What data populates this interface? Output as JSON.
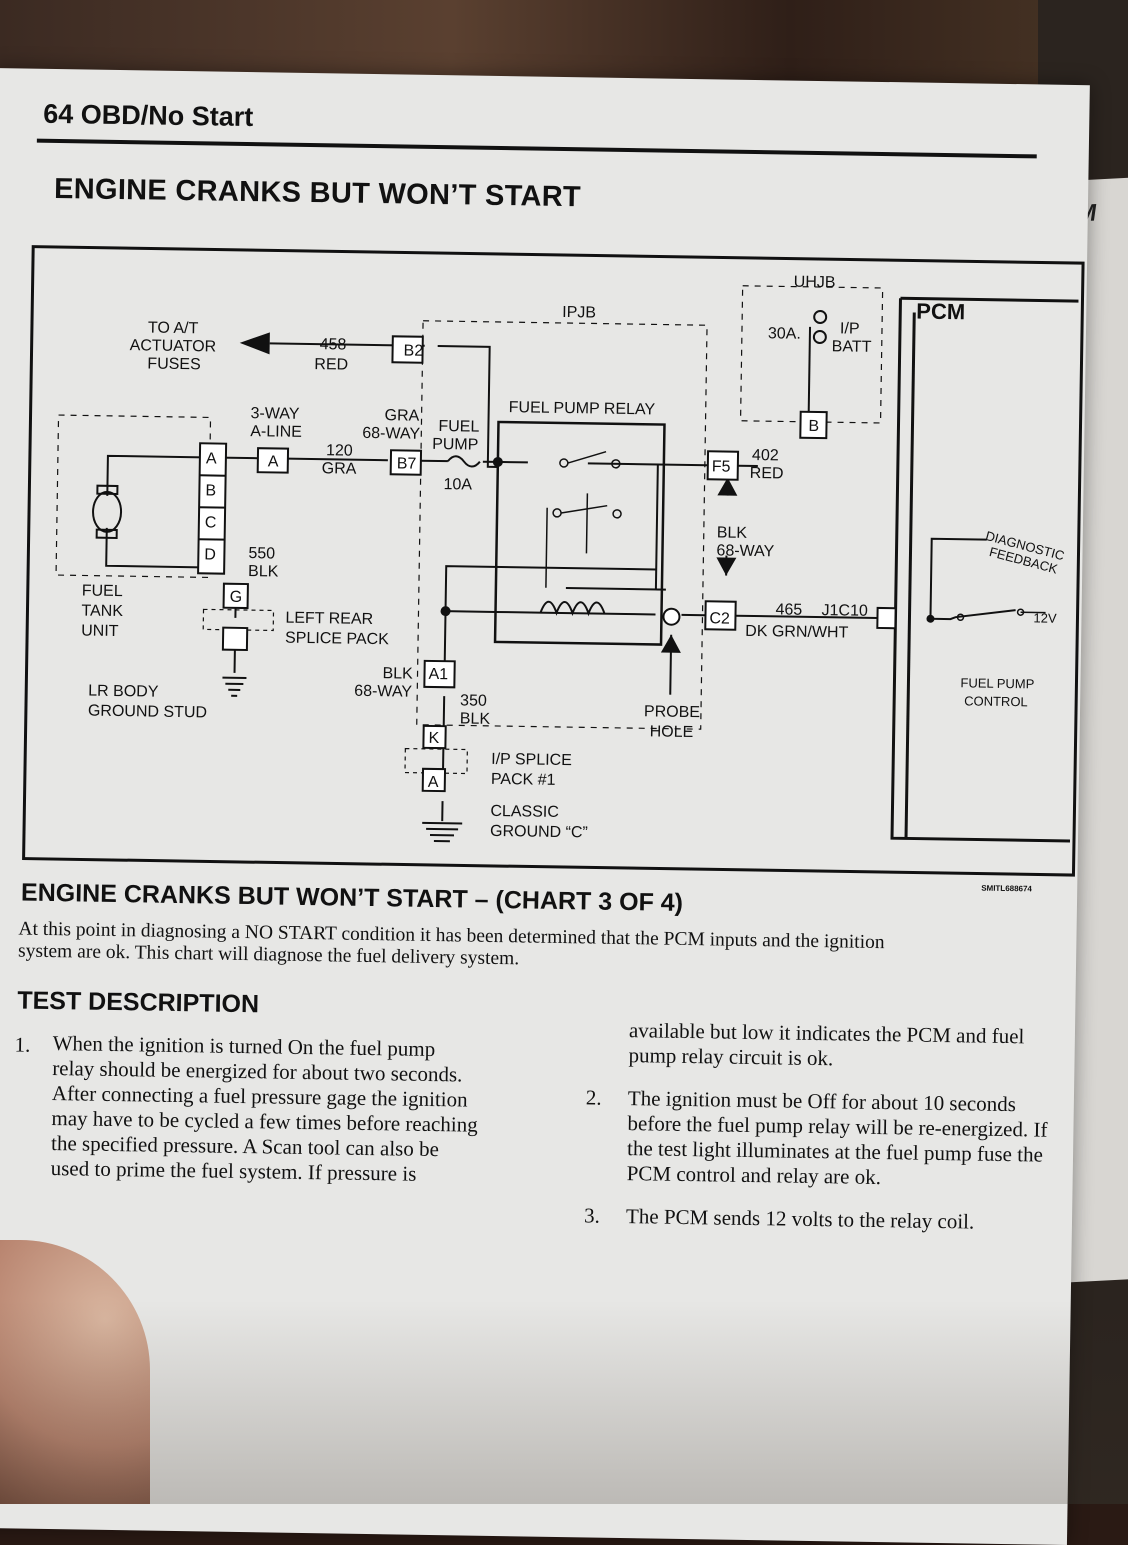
{
  "header": {
    "page_title": "64 OBD/No Start"
  },
  "section_title": "ENGINE CRANKS BUT WON’T START",
  "diagram": {
    "to_at": [
      "TO A/T",
      "ACTUATOR",
      "FUSES"
    ],
    "wire_458": "458",
    "wire_458_color": "RED",
    "ipjb": "IPJB",
    "uhjb": "UHJB",
    "pcm": "PCM",
    "fuse_30a": "30A.",
    "ip_batt": [
      "I/P",
      "BATT"
    ],
    "b2": "B2",
    "b": "B",
    "fuel_pump_relay": "FUEL PUMP RELAY",
    "three_way": [
      "3-WAY",
      "A-LINE"
    ],
    "gra_68way": [
      "GRA",
      "68-WAY"
    ],
    "fuel_pump_fuse": [
      "FUEL",
      "PUMP"
    ],
    "fuse_10a": "10A",
    "b7": "B7",
    "a": "A",
    "wire_120": "120",
    "wire_120_color": "GRA",
    "f5": "F5",
    "wire_402": "402",
    "wire_402_color": "RED",
    "pins": [
      "A",
      "B",
      "C",
      "D"
    ],
    "blk_68way": [
      "BLK",
      "68-WAY"
    ],
    "wire_550": "550",
    "wire_550_color": "BLK",
    "g": "G",
    "fuel_tank_unit": [
      "FUEL",
      "TANK",
      "UNIT"
    ],
    "left_rear_splice": [
      "LEFT REAR",
      "SPLICE PACK"
    ],
    "c2": "C2",
    "wire_465": "465",
    "j1c10": "J1C10",
    "dk_grn_wht": "DK GRN/WHT",
    "diagnostic_feedback": [
      "DIAGNOSTIC",
      "FEEDBACK"
    ],
    "v12": "12V",
    "fuel_pump_control": [
      "FUEL PUMP",
      "CONTROL"
    ],
    "lr_body_ground": [
      "LR BODY",
      "GROUND STUD"
    ],
    "blk_68way_2": [
      "BLK",
      "68-WAY"
    ],
    "a1": "A1",
    "wire_350": "350",
    "wire_350_color": "BLK",
    "k": "K",
    "probe_hole": [
      "PROBE",
      "HOLE"
    ],
    "ip_splice": [
      "I/P SPLICE",
      "PACK #1"
    ],
    "classic_ground": [
      "CLASSIC",
      "GROUND “C”"
    ],
    "code": "SMITL688674"
  },
  "chart": {
    "title": "ENGINE CRANKS BUT WON’T START – (CHART 3 OF 4)",
    "intro_line1": "At this point in diagnosing a NO START condition it has been determined that the PCM inputs and the ignition",
    "intro_line2": "system are ok. This chart will diagnose the fuel delivery system."
  },
  "test_description": {
    "heading": "TEST DESCRIPTION",
    "item1_num": "1.",
    "item1_lines": [
      "When the ignition is turned On the fuel pump",
      "relay should be energized for about two seconds.",
      "After connecting a fuel pressure gage the ignition",
      "may have to be cycled a few times before reaching",
      "the specified pressure. A Scan tool can also be",
      "used to prime the fuel system. If pressure is"
    ],
    "item1_cont": [
      "available but low it indicates the PCM and fuel",
      "pump relay circuit is ok."
    ],
    "item2_num": "2.",
    "item2_lines": [
      "The ignition must be Off for about 10 seconds",
      "before the fuel pump relay will be re-energized. If",
      "the test light illuminates at the fuel pump fuse the",
      "PCM control and relay are ok."
    ],
    "item3_num": "3.",
    "item3_text": "The PCM sends 12 volts to the relay coil."
  },
  "right_page_label": "PCM"
}
